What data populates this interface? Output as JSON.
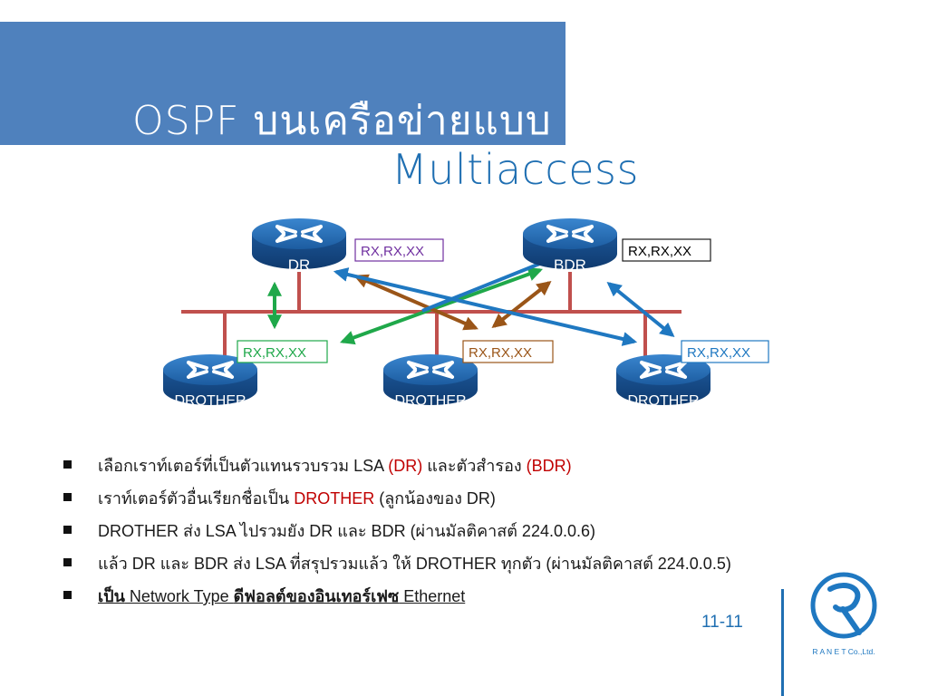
{
  "title": {
    "line1": "OSPF บนเครือข่ายแบบ",
    "line2": "Multiaccess"
  },
  "diagram": {
    "routers": {
      "dr": "DR",
      "bdr": "BDR",
      "drother1": "DROTHER",
      "drother2": "DROTHER",
      "drother3": "DROTHER"
    },
    "boxes": {
      "dr": "RX,RX,XX",
      "bdr": "RX,RX,XX",
      "drother1": "RX,RX,XX",
      "drother2": "RX,RX,XX",
      "drother3": "RX,RX,XX"
    },
    "colors": {
      "router": "#1F5E9E",
      "segment": "#C0504D",
      "green": "#1FA84A",
      "brown": "#9A5518",
      "blue": "#1F78C1",
      "purple": "#7030A0"
    }
  },
  "bullets": {
    "b1": {
      "pre": "เลือกเราท์เตอร์ที่เป็นตัวแทนรวบรวม LSA ",
      "dr": "(DR)",
      "mid": " และตัวสำรอง ",
      "bdr": "(BDR)"
    },
    "b2": {
      "pre": "เราท์เตอร์ตัวอื่นเรียกชื่อเป็น ",
      "drother": "DROTHER",
      "post": " (ลูกน้องของ DR)"
    },
    "b3": "DROTHER ส่ง LSA ไปรวมยัง DR และ BDR (ผ่านมัลติคาสต์ 224.0.0.6)",
    "b4": "แล้ว DR และ BDR ส่ง LSA ที่สรุปรวมแล้ว ให้ DROTHER ทุกตัว (ผ่านมัลติคาสต์ 224.0.0.5)",
    "b5": {
      "p1": "เป็น",
      "p2": " Network Type ",
      "p3": "ดีฟอลต์ของอินเทอร์เฟซ",
      "p4": " Ethernet"
    }
  },
  "page_number": "11-11",
  "logo": {
    "company": "R A N E T Co.,Ltd."
  }
}
